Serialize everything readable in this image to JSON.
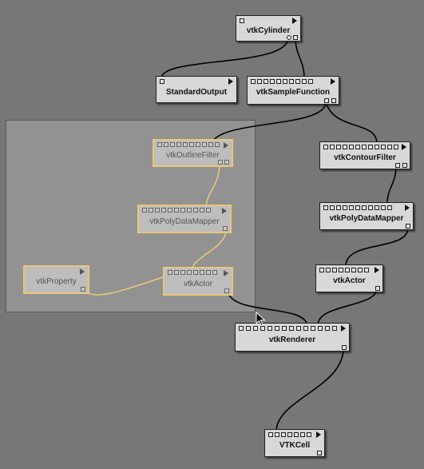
{
  "modules": {
    "cylinder": "vtkCylinder",
    "standard_output": "StandardOutput",
    "sample_function": "vtkSampleFunction",
    "outline_filter": "vtkOutlineFilter",
    "contour_filter": "vtkContourFilter",
    "poly_mapper_left": "vtkPolyDataMapper",
    "poly_mapper_right": "vtkPolyDataMapper",
    "property": "vtkProperty",
    "actor_left": "vtkActor",
    "actor_right": "vtkActor",
    "renderer": "vtkRenderer",
    "cell": "VTKCell"
  },
  "colors": {
    "canvas": "#777777",
    "module_fill": "#d8d8d8",
    "selected_border": "#e8c77a",
    "wire": "#000000",
    "selected_wire": "#e8c77a"
  },
  "icons": {
    "menu": "triangle-right-icon",
    "cursor": "mouse-pointer-icon"
  }
}
